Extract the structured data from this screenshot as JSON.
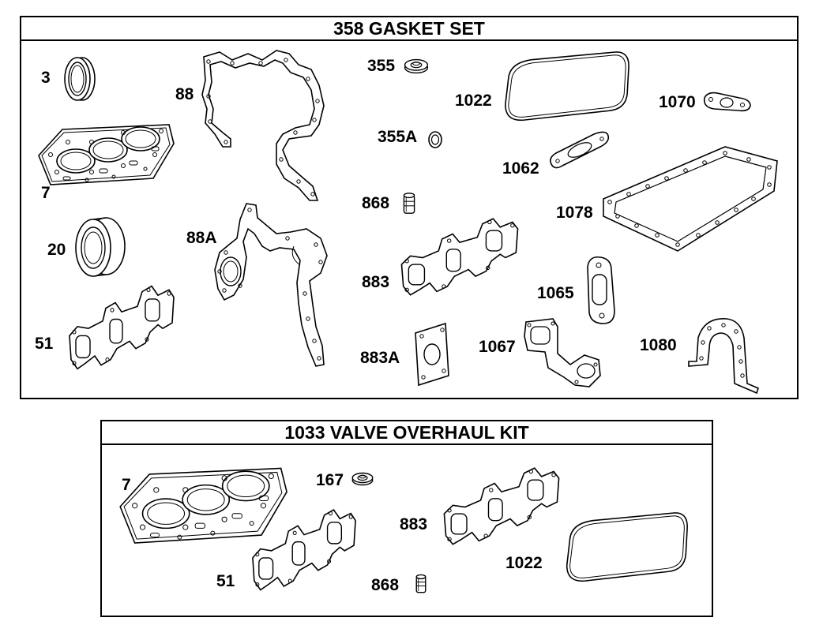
{
  "gasket_set": {
    "title": "358 GASKET SET",
    "labels": {
      "p3": "3",
      "p7": "7",
      "p20": "20",
      "p51": "51",
      "p88": "88",
      "p88a": "88A",
      "p355": "355",
      "p355a": "355A",
      "p868": "868",
      "p883": "883",
      "p883a": "883A",
      "p1022": "1022",
      "p1062": "1062",
      "p1065": "1065",
      "p1067": "1067",
      "p1070": "1070",
      "p1078": "1078",
      "p1080": "1080"
    }
  },
  "valve_kit": {
    "title": "1033 VALVE OVERHAUL KIT",
    "labels": {
      "p7": "7",
      "p51": "51",
      "p167": "167",
      "p868": "868",
      "p883": "883",
      "p1022": "1022"
    }
  }
}
